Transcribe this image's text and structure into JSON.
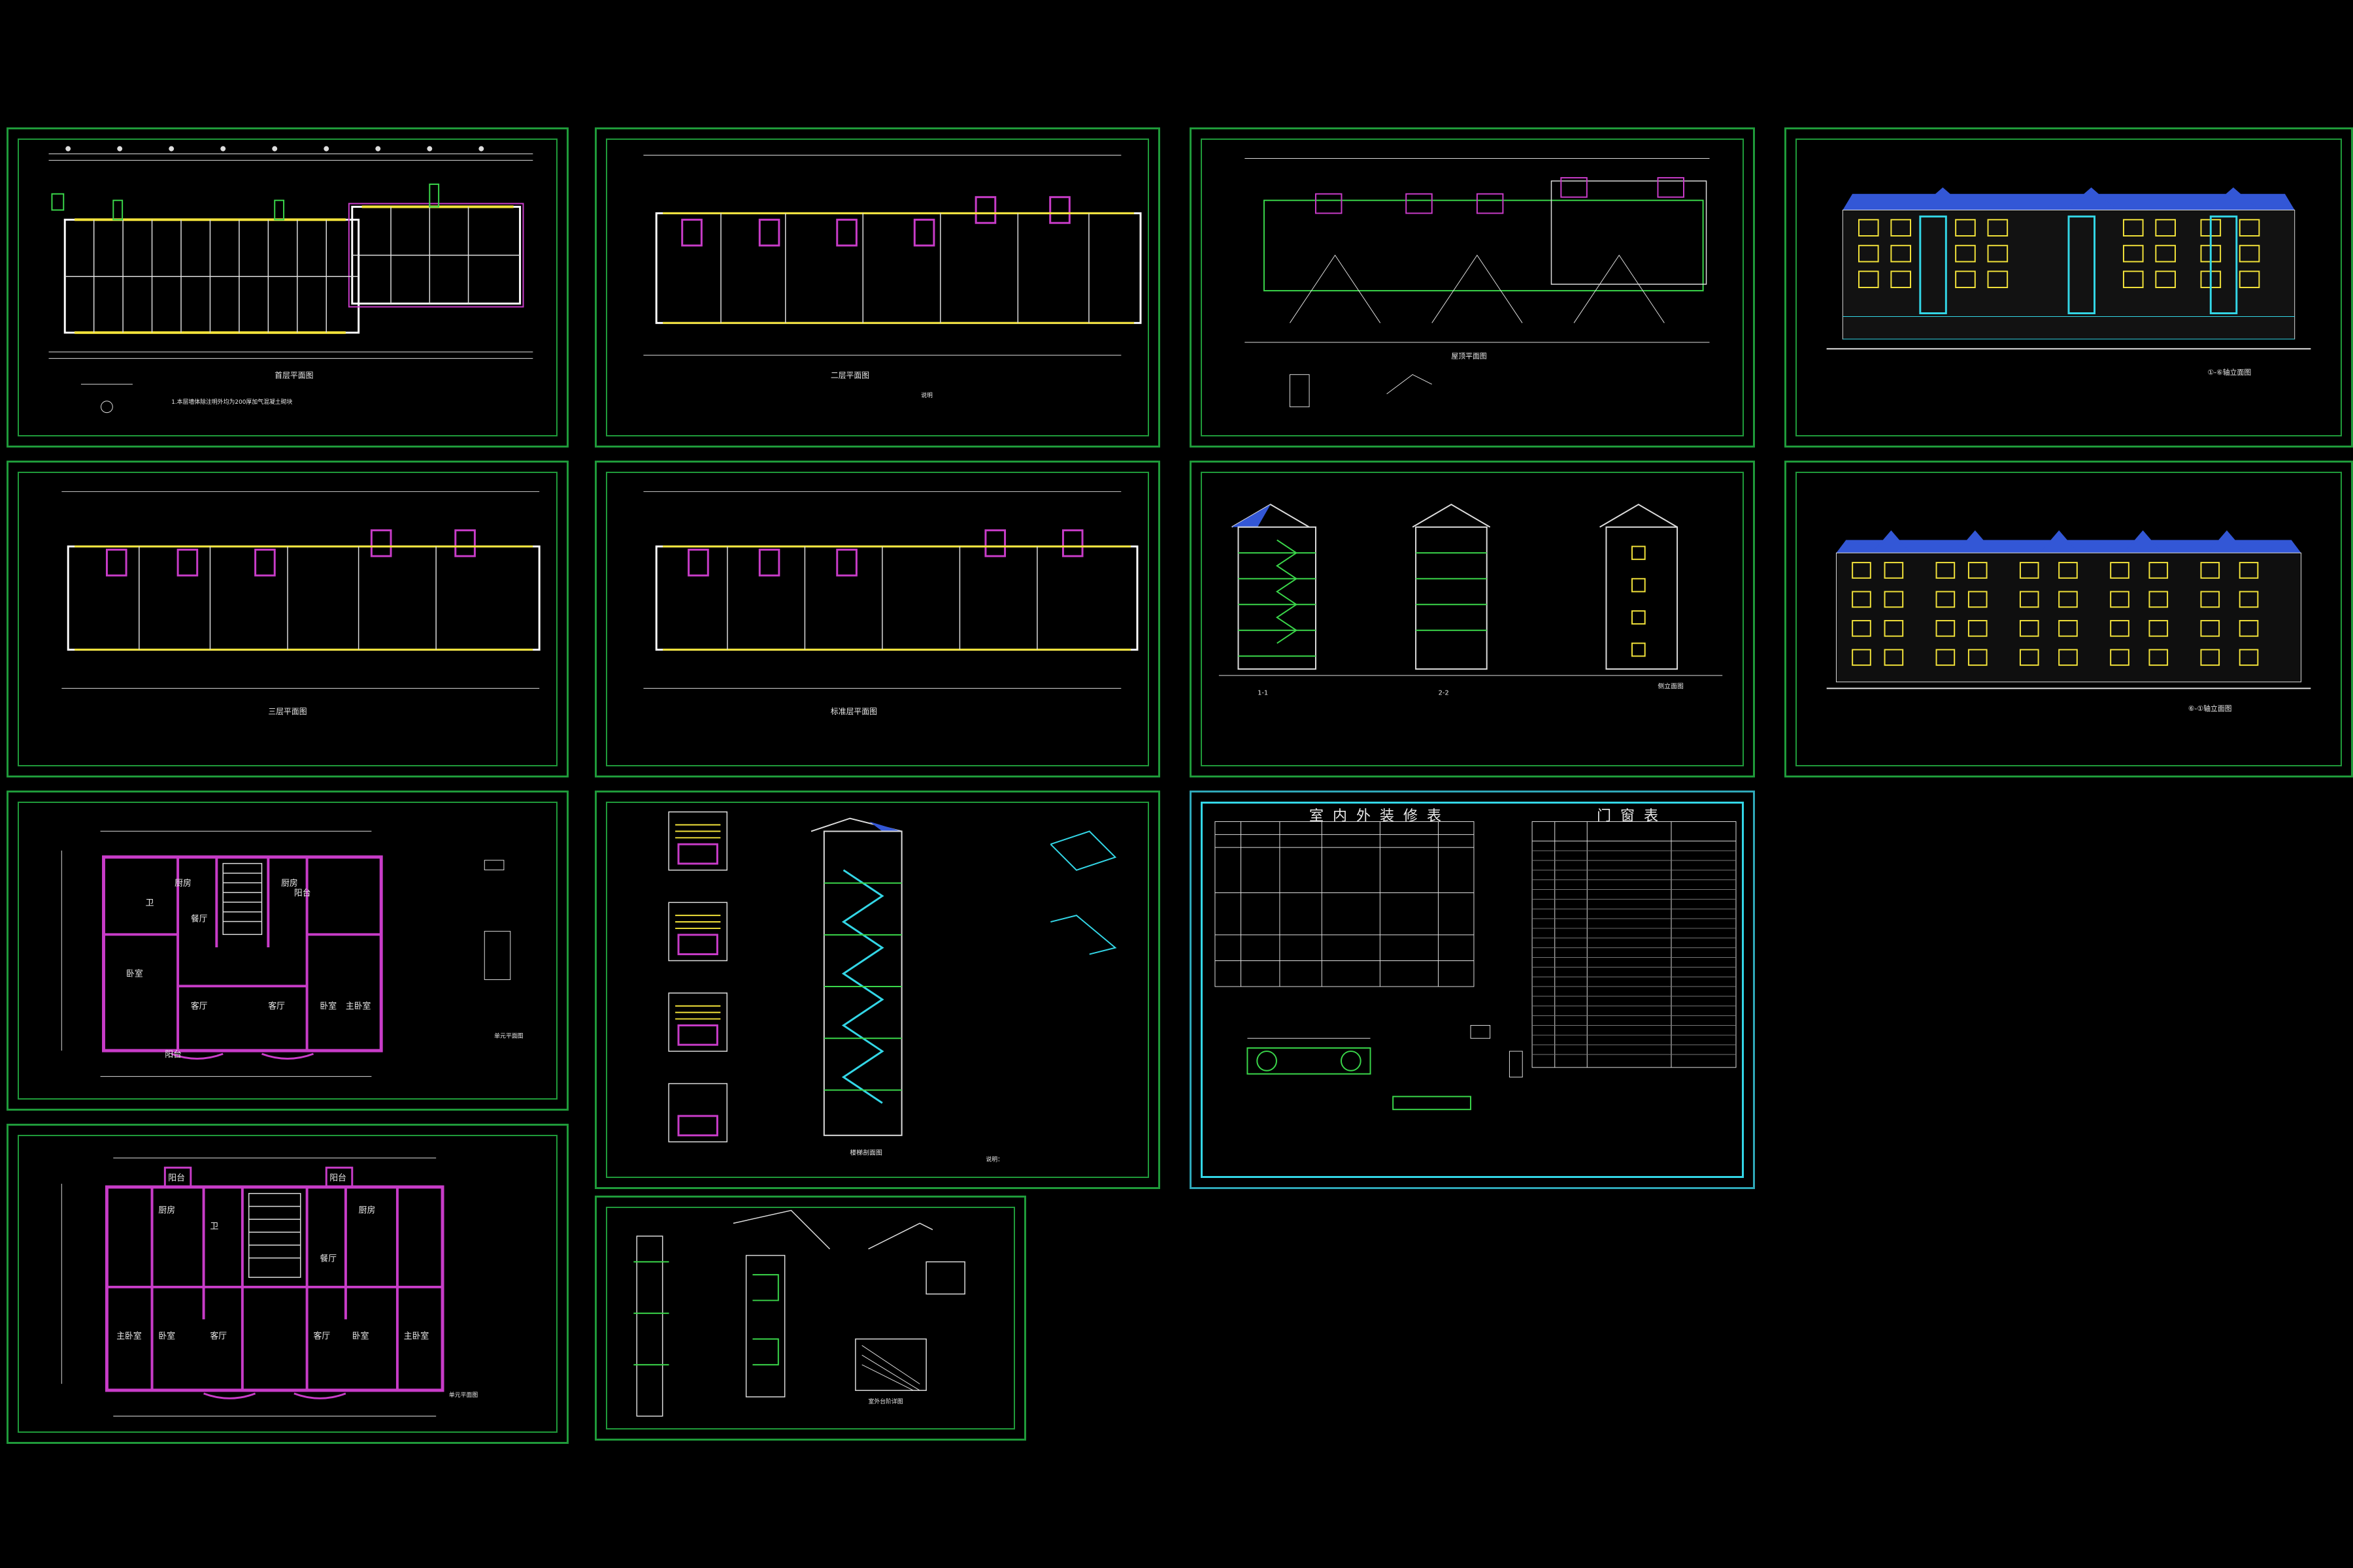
{
  "schedule_sheet": {
    "finish_table_title": "室内外装修表",
    "door_window_title": "门窗表"
  },
  "unit_plan_a": {
    "rooms": [
      "厨房",
      "卫",
      "餐厅",
      "厨房",
      "卧室",
      "客厅",
      "客厅",
      "卧室",
      "主卧室",
      "阳台",
      "阳台"
    ]
  },
  "unit_plan_b": {
    "rooms": [
      "厨房",
      "厨房",
      "餐厅",
      "卧室",
      "卧室",
      "客厅",
      "客厅",
      "主卧室",
      "主卧室",
      "阳台",
      "阳台",
      "卫"
    ]
  }
}
